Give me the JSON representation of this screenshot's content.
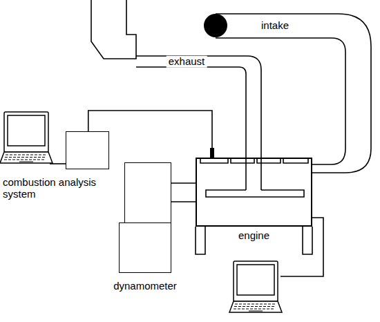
{
  "diagram": {
    "nodes": [
      {
        "text": [
          "combustion analysis system"
        ]
      },
      {
        "text": [
          "engine"
        ]
      },
      {
        "text": [
          "dynamometer"
        ]
      }
    ],
    "edges": [
      {
        "from": 0,
        "to": 1,
        "arrow": "none"
      },
      {
        "from": 2,
        "to": 1,
        "arrow": "none"
      }
    ],
    "labels": [
      "exhaust",
      "intake"
    ]
  }
}
